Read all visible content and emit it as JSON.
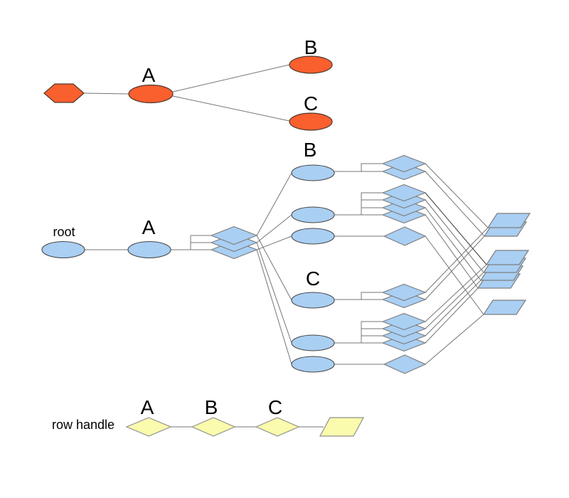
{
  "colors": {
    "background": "#ffffff",
    "orange_fill": "#fa5f2e",
    "orange_stroke": "#4d392c",
    "blue_fill": "#a9cff3",
    "blue_ellipse_stroke": "#474747",
    "blue_shape_stroke": "#7e7e7e",
    "yellow_fill": "#fbfbad",
    "yellow_stroke": "#8f8f8f",
    "edge": "#757575",
    "edge_dark": "#3c3c3c",
    "label": "#000000"
  },
  "top_graph": {
    "node_a_label": "A",
    "node_b_label": "B",
    "node_c_label": "C"
  },
  "middle_graph": {
    "root_label": "root",
    "node_a_label": "A",
    "node_b_label": "B",
    "node_c_label": "C"
  },
  "bottom_graph": {
    "row_handle_label": "row handle",
    "node_a_label": "A",
    "node_b_label": "B",
    "node_c_label": "C"
  }
}
